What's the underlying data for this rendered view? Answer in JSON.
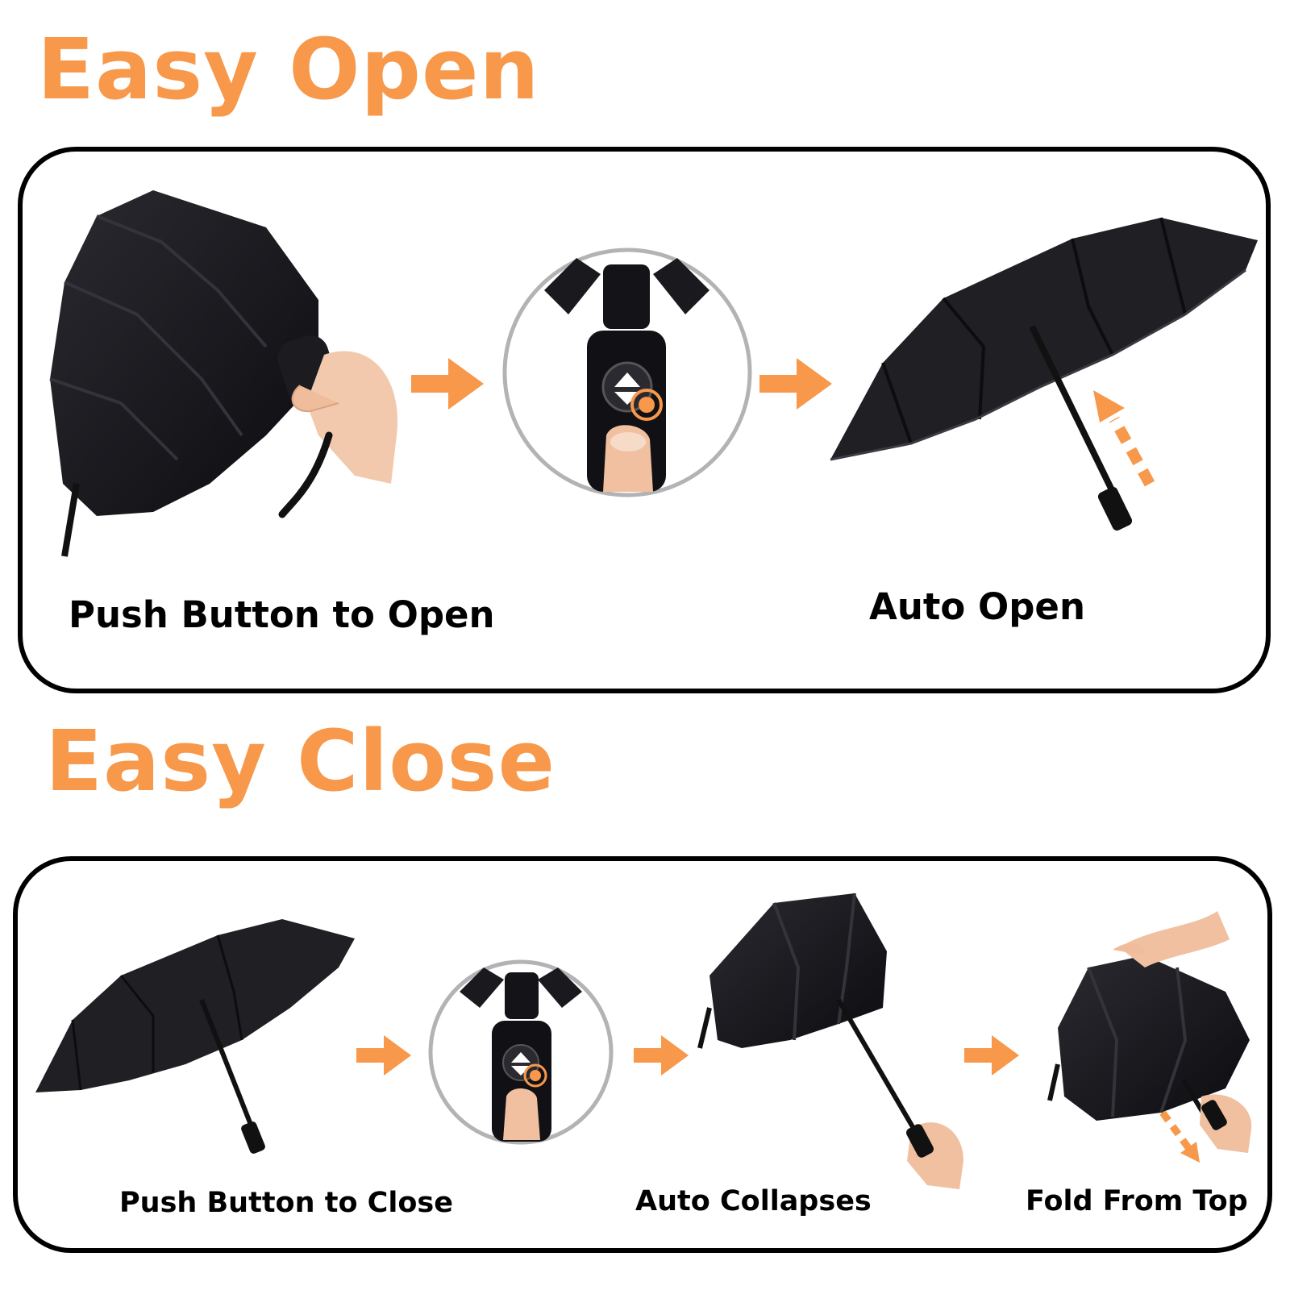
{
  "theme": {
    "accent": "#f7984a",
    "ink": "#000000",
    "canopy": "#16161a"
  },
  "open_section": {
    "title": "Easy Open",
    "steps": [
      {
        "label": "Push Button to Open"
      },
      {
        "label": "Auto Open"
      }
    ],
    "icons": [
      "folded-umbrella-in-hand",
      "arrow-right-icon",
      "handle-button-closeup",
      "arrow-right-icon",
      "open-umbrella",
      "dotted-arrow-up-icon"
    ]
  },
  "close_section": {
    "title": "Easy Close",
    "steps": [
      {
        "label": "Push Button to Close"
      },
      {
        "label": "Auto Collapses"
      },
      {
        "label": "Fold From Top"
      }
    ],
    "icons": [
      "open-umbrella",
      "arrow-right-icon",
      "handle-button-closeup",
      "arrow-right-icon",
      "collapsed-umbrella-in-hand",
      "arrow-right-icon",
      "hand-folding-umbrella",
      "dotted-arrow-down-icon"
    ]
  }
}
